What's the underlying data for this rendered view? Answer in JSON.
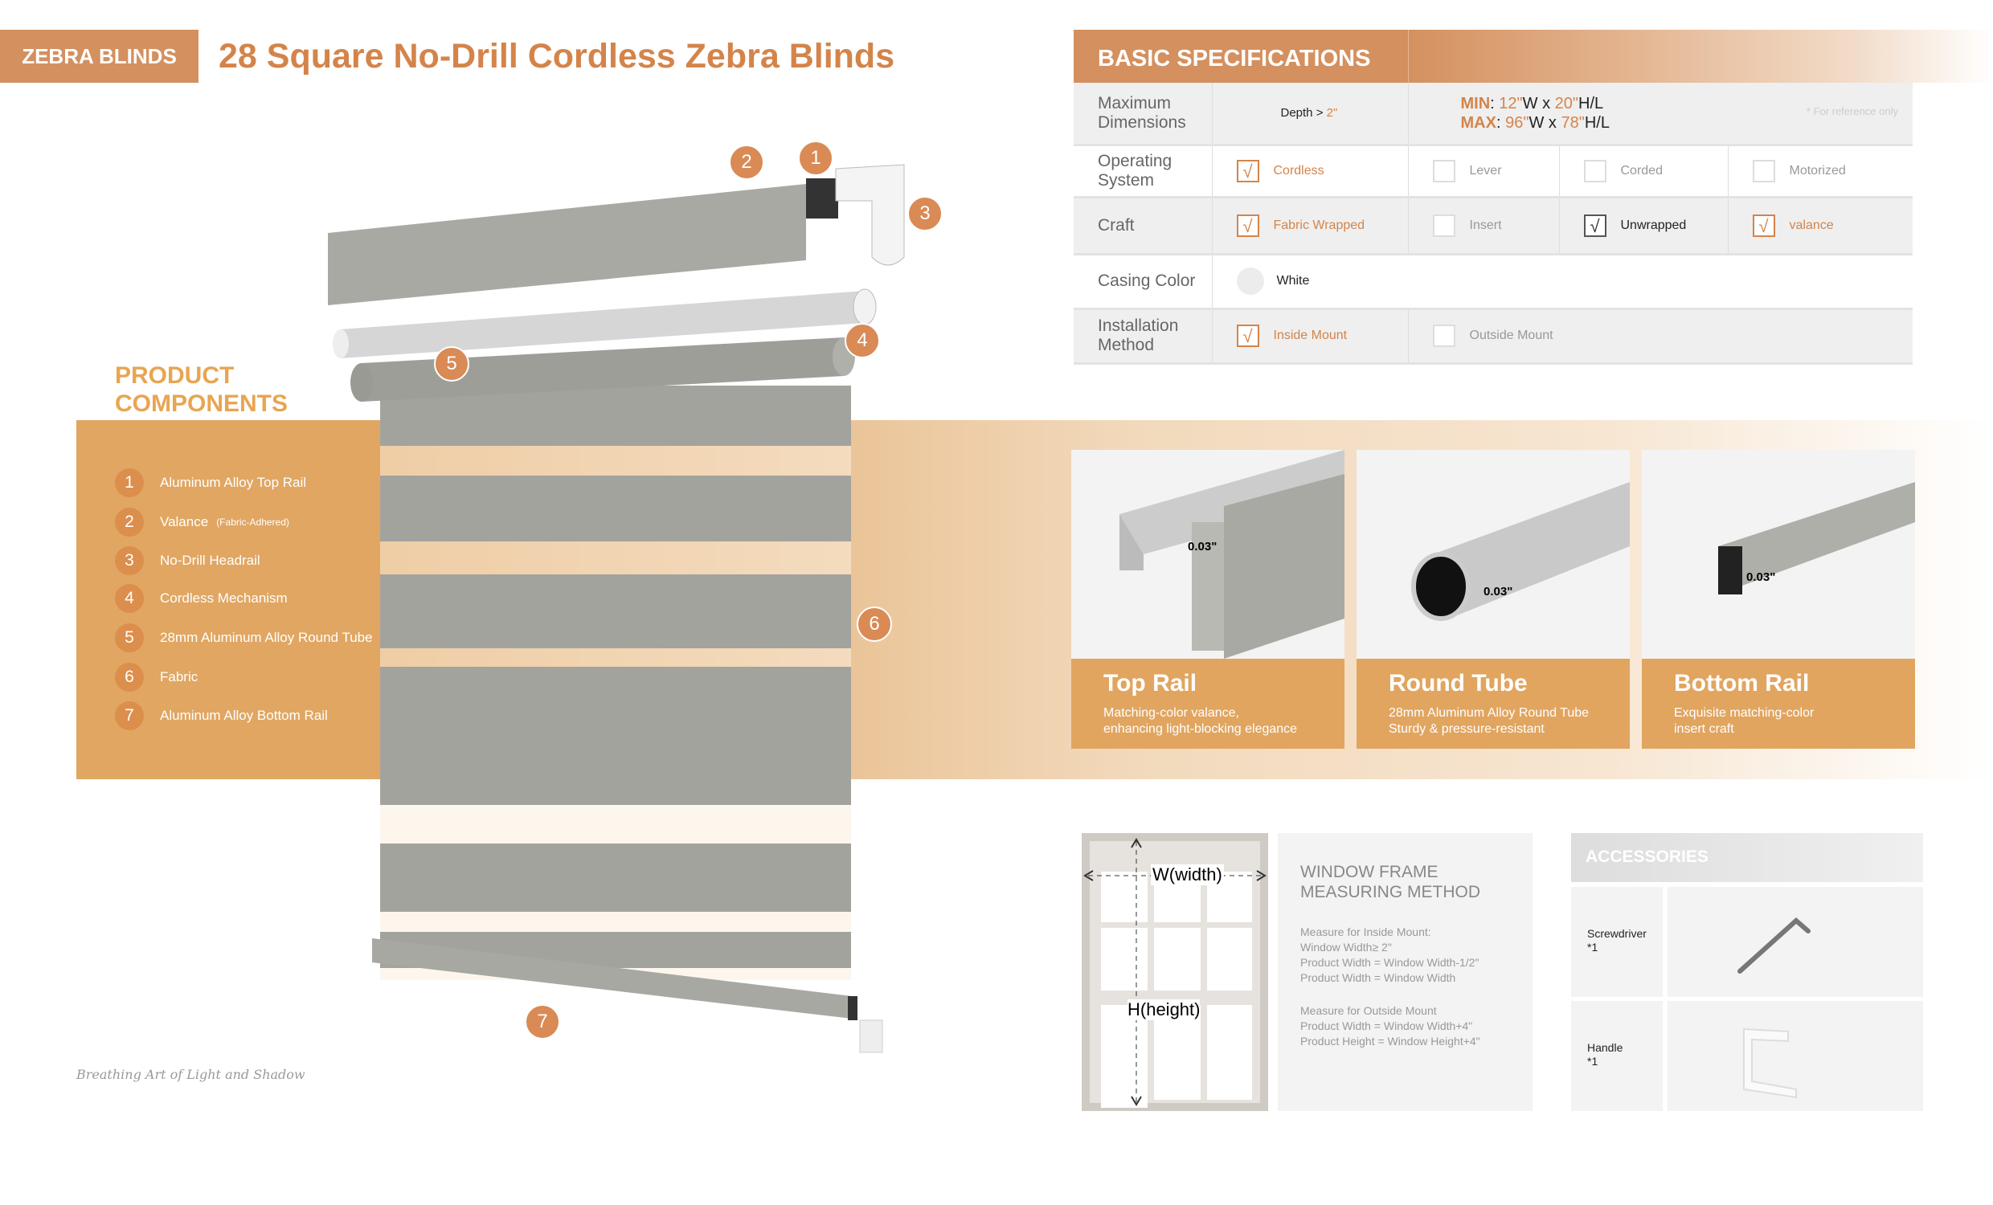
{
  "header": {
    "tag": "ZEBRA BLINDS",
    "title": "28 Square No-Drill Cordless Zebra Blinds"
  },
  "specs": {
    "title": "BASIC SPECIFICATIONS",
    "dimensions": {
      "label": "Maximum Dimensions",
      "depth_label": "Depth >",
      "depth_value": "2\"",
      "min_label": "MIN",
      "min_w": "12\"",
      "min_h": "20\"",
      "max_label": "MAX",
      "max_w": "96\"",
      "max_h": "78\"",
      "w_unit": "W",
      "x": "x",
      "h_unit": "H/L",
      "note": "* For reference only"
    },
    "operating": {
      "label": "Operating System",
      "options": [
        {
          "label": "Cordless",
          "checked": true
        },
        {
          "label": "Lever",
          "checked": false
        },
        {
          "label": "Corded",
          "checked": false
        },
        {
          "label": "Motorized",
          "checked": false
        }
      ]
    },
    "craft": {
      "label": "Craft",
      "options": [
        {
          "label": "Fabric Wrapped",
          "checked": true
        },
        {
          "label": "Insert",
          "checked": false
        },
        {
          "label": "Unwrapped",
          "checked": true
        },
        {
          "label": "valance",
          "checked": true
        }
      ]
    },
    "casing": {
      "label": "Casing Color",
      "value": "White"
    },
    "installation": {
      "label": "Installation Method",
      "options": [
        {
          "label": "Inside Mount",
          "checked": true
        },
        {
          "label": "Outside Mount",
          "checked": false
        }
      ]
    },
    "check_mark": "√"
  },
  "components": {
    "title_1": "PRODUCT",
    "title_2": "COMPONENTS",
    "items": [
      {
        "n": "1",
        "label": "Aluminum Alloy Top Rail"
      },
      {
        "n": "2",
        "label": "Valance",
        "note": "(Fabric-Adhered)"
      },
      {
        "n": "3",
        "label": "No-Drill Headrail"
      },
      {
        "n": "4",
        "label": "Cordless Mechanism"
      },
      {
        "n": "5",
        "label": "28mm Aluminum Alloy Round Tube"
      },
      {
        "n": "6",
        "label": "Fabric"
      },
      {
        "n": "7",
        "label": "Aluminum Alloy Bottom Rail"
      }
    ]
  },
  "cards": [
    {
      "title": "Top Rail",
      "desc_1": "Matching-color valance,",
      "desc_2": "enhancing light-blocking elegance",
      "dim": "0.03\""
    },
    {
      "title": "Round Tube",
      "desc_1": "28mm Aluminum Alloy Round Tube",
      "desc_2": "Sturdy & pressure-resistant",
      "dim": "0.03\""
    },
    {
      "title": "Bottom Rail",
      "desc_1": "Exquisite matching-color",
      "desc_2": "insert craft",
      "dim": "0.03\""
    }
  ],
  "measuring": {
    "width_label": "W(width)",
    "height_label": "H(height)",
    "title_1": "WINDOW FRAME",
    "title_2": "MEASURING METHOD",
    "inside": [
      "Measure for Inside Mount:",
      "Window Width≥  2\"",
      "Product Width = Window Width-1/2\"",
      "Product Width = Window Width"
    ],
    "outside": [
      "Measure for Outside Mount",
      "Product Width = Window Width+4\"",
      "Product Height = Window Height+4\""
    ]
  },
  "accessories": {
    "title": "ACCESSORIES",
    "items": [
      {
        "name": "Screwdriver",
        "qty": "*1"
      },
      {
        "name": "Handle",
        "qty": "*1"
      }
    ]
  },
  "signature": "Breathing Art of Light and Shadow",
  "colors": {
    "accent": "#D4844A",
    "band": "#E0A662",
    "fabric": "#A3A39E"
  }
}
